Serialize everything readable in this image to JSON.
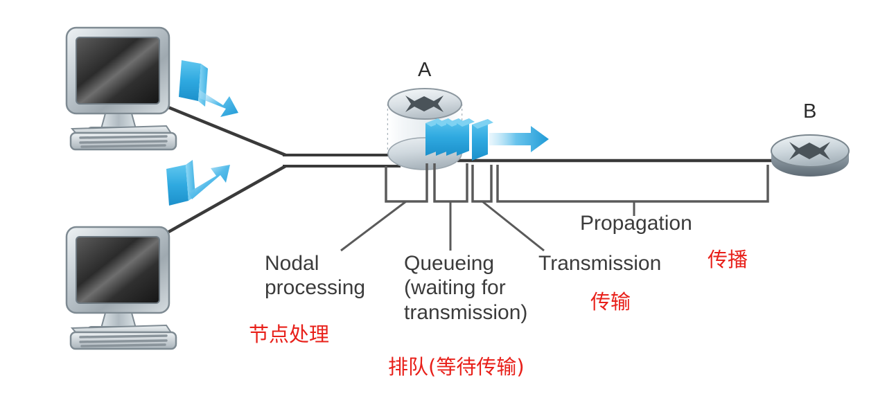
{
  "diagram": {
    "title_present": false,
    "nodes": {
      "router_a_label": "A",
      "router_b_label": "B"
    },
    "labels_en": {
      "nodal_processing": "Nodal\nprocessing",
      "queueing": "Queueing\n(waiting for\ntransmission)",
      "transmission": "Transmission",
      "propagation": "Propagation"
    },
    "labels_cn": {
      "nodal_processing": "节点处理",
      "queueing": "排队(等待传输)",
      "transmission": "传输",
      "propagation": "传播"
    },
    "icons": {
      "host_top": "desktop-computer-icon",
      "host_bottom": "desktop-computer-icon",
      "router_a": "router-cylinder-icon",
      "router_b": "router-disc-icon",
      "packet_in_top": "packet-arrow-icon",
      "packet_in_bottom": "packet-arrow-icon",
      "packet_queue": "queued-packets-icon",
      "packet_out": "packet-departing-arrow-icon"
    },
    "colors": {
      "packet_blue": "#29abe2",
      "packet_blue_dark": "#1a8fc8",
      "red_text": "#e8201a",
      "line_gray": "#5a5a5a",
      "link_black": "#3a3a3a",
      "device_gray": "#b9c2c7"
    },
    "counts": {
      "queued_packets": 4,
      "transmitting_packets": 1,
      "hosts": 2,
      "routers": 2
    }
  }
}
